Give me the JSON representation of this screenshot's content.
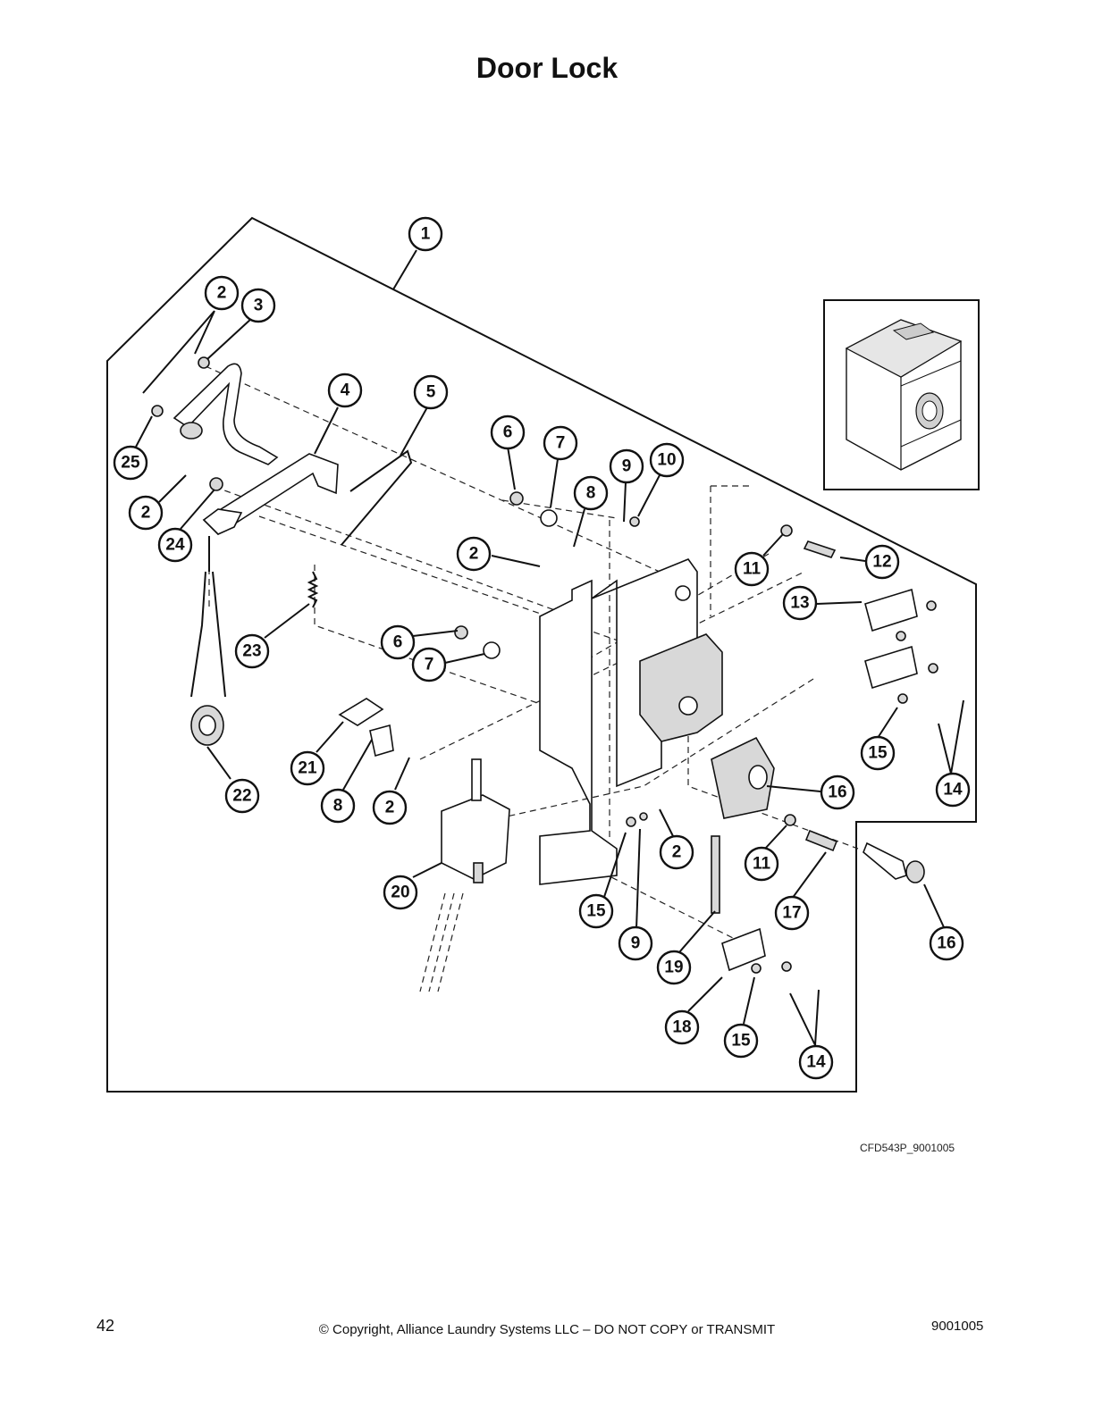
{
  "page": {
    "title": "Door Lock",
    "drawing_id": "CFD543P_9001005",
    "page_number": "42",
    "copyright": "© Copyright, Alliance Laundry Systems LLC – DO NOT COPY or TRANSMIT",
    "doc_number": "9001005"
  },
  "callouts": {
    "c1": "1",
    "c2a": "2",
    "c3": "3",
    "c25": "25",
    "c4": "4",
    "c5": "5",
    "c2b": "2",
    "c24": "24",
    "c23": "23",
    "c22": "22",
    "c21": "21",
    "c8a": "8",
    "c2c": "2",
    "c20": "20",
    "c6a": "6",
    "c7a": "7",
    "c6b": "6",
    "c7b": "7",
    "c8b": "8",
    "c2d": "2",
    "c9a": "9",
    "c10": "10",
    "c11a": "11",
    "c12": "12",
    "c13": "13",
    "c15a": "15",
    "c14a": "14",
    "c16a": "16",
    "c11b": "11",
    "c17": "17",
    "c16b": "16",
    "c2e": "2",
    "c15b": "15",
    "c9b": "9",
    "c19": "19",
    "c18": "18",
    "c15c": "15",
    "c14b": "14"
  }
}
